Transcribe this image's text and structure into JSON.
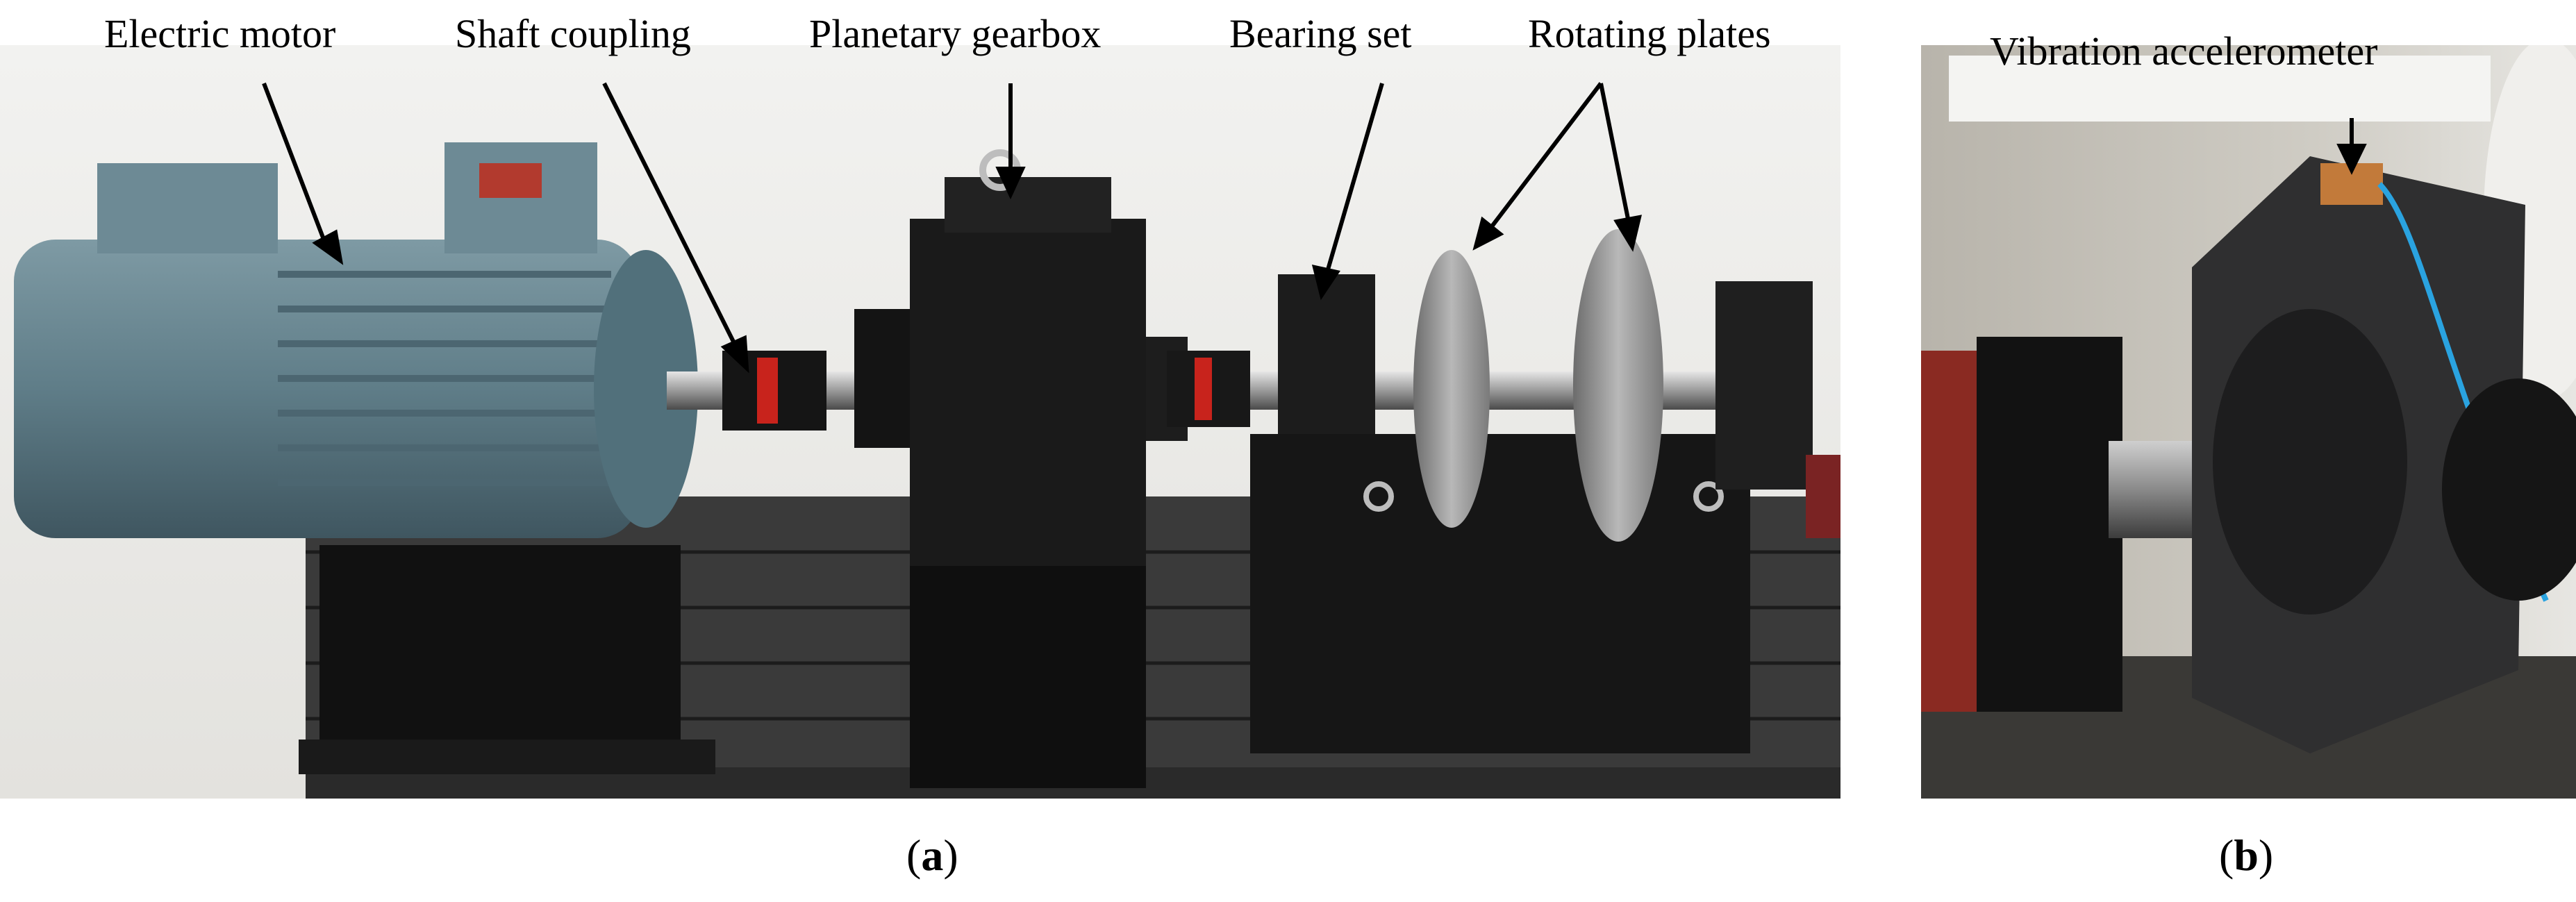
{
  "labels": {
    "motor": "Electric motor",
    "coupling": "Shaft coupling",
    "gearbox": "Planetary gearbox",
    "bearing": "Bearing set",
    "plates": "Rotating plates",
    "accelerometer": "Vibration accelerometer"
  },
  "captions": {
    "a_open": "(",
    "a_letter": "a",
    "a_close": ")",
    "b_open": "(",
    "b_letter": "b",
    "b_close": ")"
  }
}
